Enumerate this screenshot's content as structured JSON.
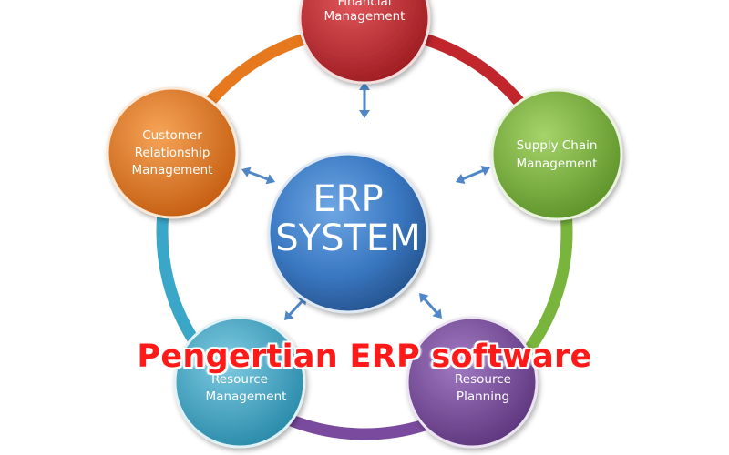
{
  "center": {
    "lines": [
      "ERP",
      "SYSTEM"
    ],
    "color": "#3a78c2"
  },
  "nodes": [
    {
      "id": "financial",
      "lines": [
        "Financial",
        "Management"
      ],
      "color": "#c0262b"
    },
    {
      "id": "supply-chain",
      "lines": [
        "Supply Chain",
        "Management"
      ],
      "color": "#79b43c"
    },
    {
      "id": "resource-planning",
      "lines": [
        "Resource",
        "Planning"
      ],
      "color": "#7a4a9e"
    },
    {
      "id": "resource-management",
      "lines": [
        "Resource",
        "Management"
      ],
      "color": "#3aa7c9"
    },
    {
      "id": "crm",
      "lines": [
        "Customer",
        "Relationship",
        "Management"
      ],
      "color": "#e6781e"
    }
  ],
  "ring_segments": [
    {
      "from": "financial",
      "to": "supply-chain",
      "color": "#c0262b"
    },
    {
      "from": "supply-chain",
      "to": "resource-planning",
      "color": "#79b43c"
    },
    {
      "from": "resource-planning",
      "to": "resource-management",
      "color": "#7a4a9e"
    },
    {
      "from": "resource-management",
      "to": "crm",
      "color": "#3aa7c9"
    },
    {
      "from": "crm",
      "to": "financial",
      "color": "#e6781e"
    }
  ],
  "arrow_color": "#4f86c6",
  "caption": "Pengertian ERP software"
}
